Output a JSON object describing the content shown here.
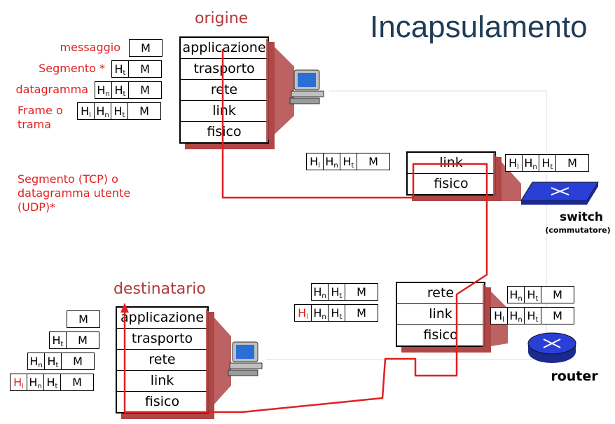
{
  "title": "Incapsulamento",
  "source": {
    "title": "origine",
    "layers": [
      "applicazione",
      "trasporto",
      "rete",
      "link",
      "fisico"
    ],
    "messages": [
      {
        "label": "messaggio",
        "headers": [],
        "payload": "M"
      },
      {
        "label": "Segmento *",
        "headers": [
          {
            "h": "H",
            "s": "t"
          }
        ],
        "payload": "M"
      },
      {
        "label": "datagramma",
        "headers": [
          {
            "h": "H",
            "s": "n"
          },
          {
            "h": "H",
            "s": "t"
          }
        ],
        "payload": "M"
      },
      {
        "label": "Frame o trama",
        "headers": [
          {
            "h": "H",
            "s": "l"
          },
          {
            "h": "H",
            "s": "n"
          },
          {
            "h": "H",
            "s": "t"
          }
        ],
        "payload": "M"
      }
    ]
  },
  "footnote": "Segmento (TCP) o datagramma utente (UDP)*",
  "switch": {
    "layers": [
      "link",
      "fisico"
    ],
    "label": "switch",
    "sublabel": "(commutatore)"
  },
  "router": {
    "layers": [
      "rete",
      "link",
      "fisico"
    ],
    "label": "router"
  },
  "destination": {
    "title": "destinatario",
    "layers": [
      "applicazione",
      "trasporto",
      "rete",
      "link",
      "fisico"
    ]
  },
  "colors": {
    "accent_red": "#e02020",
    "shadow": "#b04646",
    "title_blue": "#1f3b57",
    "path_red": "#e02020"
  }
}
